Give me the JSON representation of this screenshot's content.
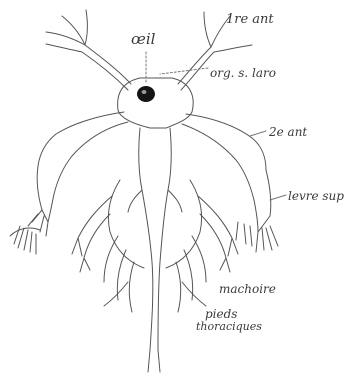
{
  "labels": {
    "oeil": "œil",
    "antenna1": "1re ant",
    "frontal_organ": "org. s. laro",
    "antenna2": "2e ant",
    "upper_lip": "levre sup",
    "maxilla": "machoire",
    "legs_line1": "pieds",
    "legs_line2": "thoraciques"
  }
}
